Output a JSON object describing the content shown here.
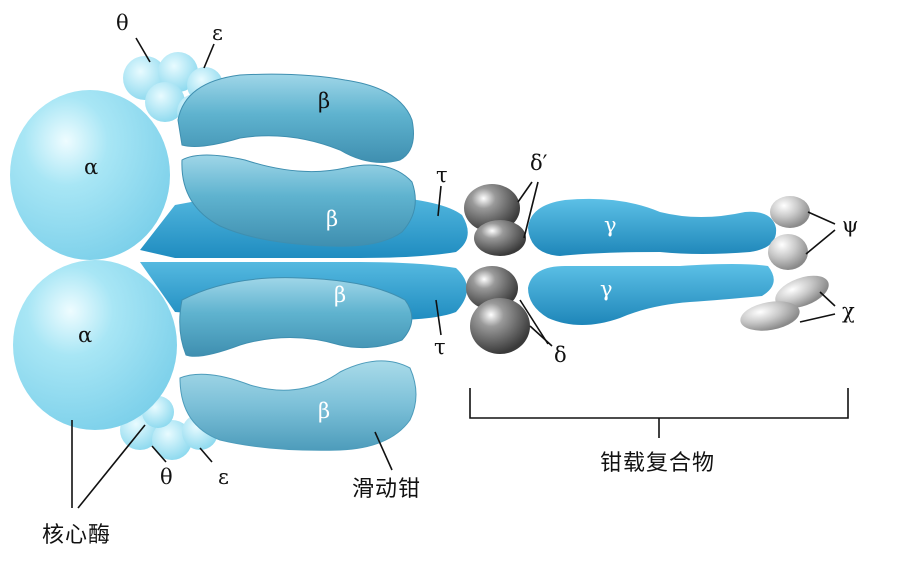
{
  "labels": {
    "theta_top": "θ",
    "epsilon_top": "ε",
    "beta_1": "β",
    "alpha_top": "α",
    "tau_top": "τ",
    "delta_prime": "δ′",
    "beta_2": "β",
    "gamma_top": "γ",
    "psi": "ψ",
    "beta_3": "β",
    "gamma_bottom": "γ",
    "chi": "χ",
    "alpha_bottom": "α",
    "tau_bottom": "τ",
    "delta": "δ",
    "beta_4": "β",
    "theta_bottom": "θ",
    "epsilon_bottom": "ε",
    "sliding_clamp": "滑动钳",
    "clamp_loader": "钳载复合物",
    "core_enzyme": "核心酶"
  },
  "colors": {
    "alpha": "#8fdcf0",
    "beta": "#5fb3cf",
    "tau": "#2e9fcf",
    "gamma": "#2f9ccc",
    "delta": "#6e6e6e",
    "psi_chi": "#bdbdbd"
  }
}
